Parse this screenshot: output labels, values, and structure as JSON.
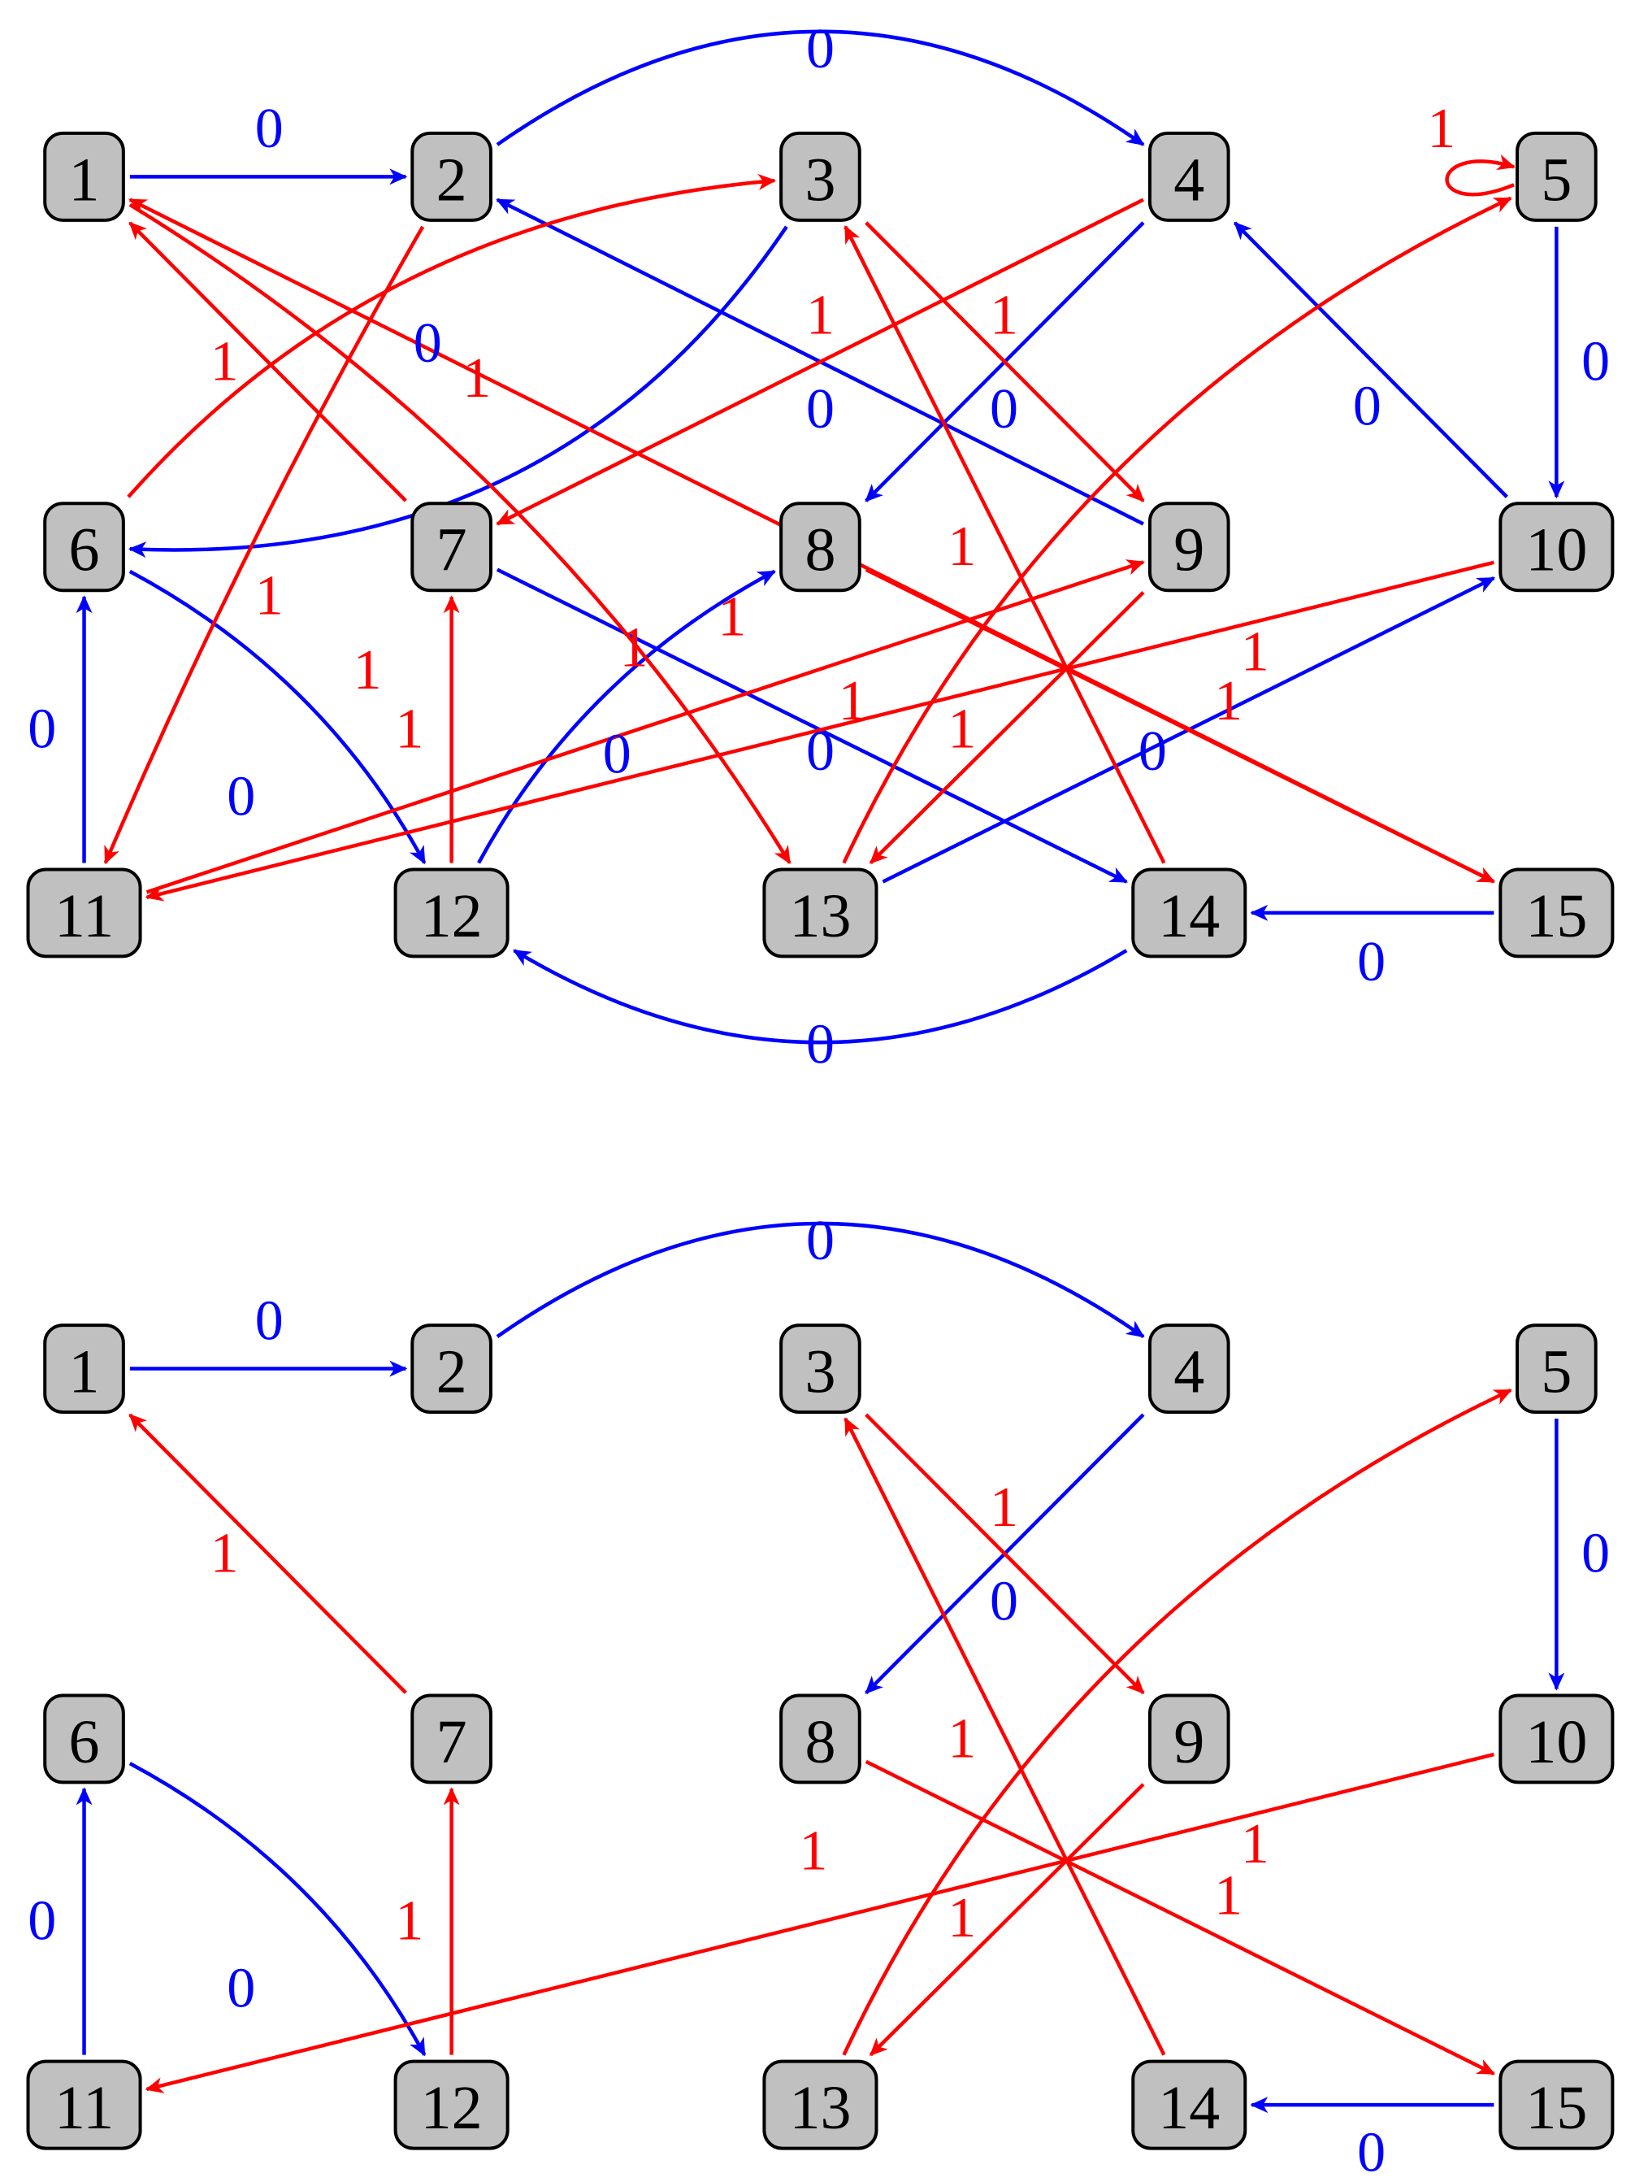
{
  "colors": {
    "zero": "#0000ff",
    "one": "#ff0000",
    "node_fill": "#c0c0c0"
  },
  "graphs": [
    {
      "name": "top",
      "nodes": [
        {
          "id": "1",
          "label": "1"
        },
        {
          "id": "2",
          "label": "2"
        },
        {
          "id": "3",
          "label": "3"
        },
        {
          "id": "4",
          "label": "4"
        },
        {
          "id": "5",
          "label": "5"
        },
        {
          "id": "6",
          "label": "6"
        },
        {
          "id": "7",
          "label": "7"
        },
        {
          "id": "8",
          "label": "8"
        },
        {
          "id": "9",
          "label": "9"
        },
        {
          "id": "10",
          "label": "10"
        },
        {
          "id": "11",
          "label": "11"
        },
        {
          "id": "12",
          "label": "12"
        },
        {
          "id": "13",
          "label": "13"
        },
        {
          "id": "14",
          "label": "14"
        },
        {
          "id": "15",
          "label": "15"
        }
      ],
      "edges": [
        {
          "from": "1",
          "to": "2",
          "label": "0"
        },
        {
          "from": "2",
          "to": "4",
          "label": "0"
        },
        {
          "from": "5",
          "to": "5",
          "label": "1"
        },
        {
          "from": "3",
          "to": "6",
          "label": "0"
        },
        {
          "from": "9",
          "to": "2",
          "label": "0"
        },
        {
          "from": "4",
          "to": "8",
          "label": "0"
        },
        {
          "from": "10",
          "to": "4",
          "label": "0"
        },
        {
          "from": "5",
          "to": "10",
          "label": "0"
        },
        {
          "from": "11",
          "to": "6",
          "label": "0"
        },
        {
          "from": "6",
          "to": "12",
          "label": "0"
        },
        {
          "from": "12",
          "to": "8",
          "label": "0"
        },
        {
          "from": "7",
          "to": "14",
          "label": "0"
        },
        {
          "from": "13",
          "to": "10",
          "label": "0"
        },
        {
          "from": "15",
          "to": "14",
          "label": "0"
        },
        {
          "from": "14",
          "to": "12",
          "label": "0"
        },
        {
          "from": "7",
          "to": "1",
          "label": "1"
        },
        {
          "from": "6",
          "to": "3",
          "label": "1"
        },
        {
          "from": "4",
          "to": "7",
          "label": "1"
        },
        {
          "from": "3",
          "to": "9",
          "label": "1"
        },
        {
          "from": "2",
          "to": "11",
          "label": "1"
        },
        {
          "from": "1",
          "to": "13",
          "label": "1"
        },
        {
          "from": "12",
          "to": "7",
          "label": "1"
        },
        {
          "from": "11",
          "to": "9",
          "label": "1"
        },
        {
          "from": "10",
          "to": "11",
          "label": "1"
        },
        {
          "from": "15",
          "to": "1",
          "label": "1"
        },
        {
          "from": "14",
          "to": "3",
          "label": "1"
        },
        {
          "from": "9",
          "to": "13",
          "label": "1"
        },
        {
          "from": "8",
          "to": "15",
          "label": "1"
        },
        {
          "from": "13",
          "to": "5",
          "label": "1"
        }
      ]
    },
    {
      "name": "bottom",
      "nodes": [
        {
          "id": "1",
          "label": "1"
        },
        {
          "id": "2",
          "label": "2"
        },
        {
          "id": "3",
          "label": "3"
        },
        {
          "id": "4",
          "label": "4"
        },
        {
          "id": "5",
          "label": "5"
        },
        {
          "id": "6",
          "label": "6"
        },
        {
          "id": "7",
          "label": "7"
        },
        {
          "id": "8",
          "label": "8"
        },
        {
          "id": "9",
          "label": "9"
        },
        {
          "id": "10",
          "label": "10"
        },
        {
          "id": "11",
          "label": "11"
        },
        {
          "id": "12",
          "label": "12"
        },
        {
          "id": "13",
          "label": "13"
        },
        {
          "id": "14",
          "label": "14"
        },
        {
          "id": "15",
          "label": "15"
        }
      ],
      "edges": [
        {
          "from": "1",
          "to": "2",
          "label": "0"
        },
        {
          "from": "2",
          "to": "4",
          "label": "0"
        },
        {
          "from": "4",
          "to": "8",
          "label": "0"
        },
        {
          "from": "5",
          "to": "10",
          "label": "0"
        },
        {
          "from": "11",
          "to": "6",
          "label": "0"
        },
        {
          "from": "6",
          "to": "12",
          "label": "0"
        },
        {
          "from": "15",
          "to": "14",
          "label": "0"
        },
        {
          "from": "7",
          "to": "1",
          "label": "1"
        },
        {
          "from": "3",
          "to": "9",
          "label": "1"
        },
        {
          "from": "12",
          "to": "7",
          "label": "1"
        },
        {
          "from": "14",
          "to": "3",
          "label": "1"
        },
        {
          "from": "10",
          "to": "11",
          "label": "1"
        },
        {
          "from": "9",
          "to": "13",
          "label": "1"
        },
        {
          "from": "8",
          "to": "15",
          "label": "1"
        },
        {
          "from": "13",
          "to": "5",
          "label": "1"
        }
      ]
    }
  ]
}
